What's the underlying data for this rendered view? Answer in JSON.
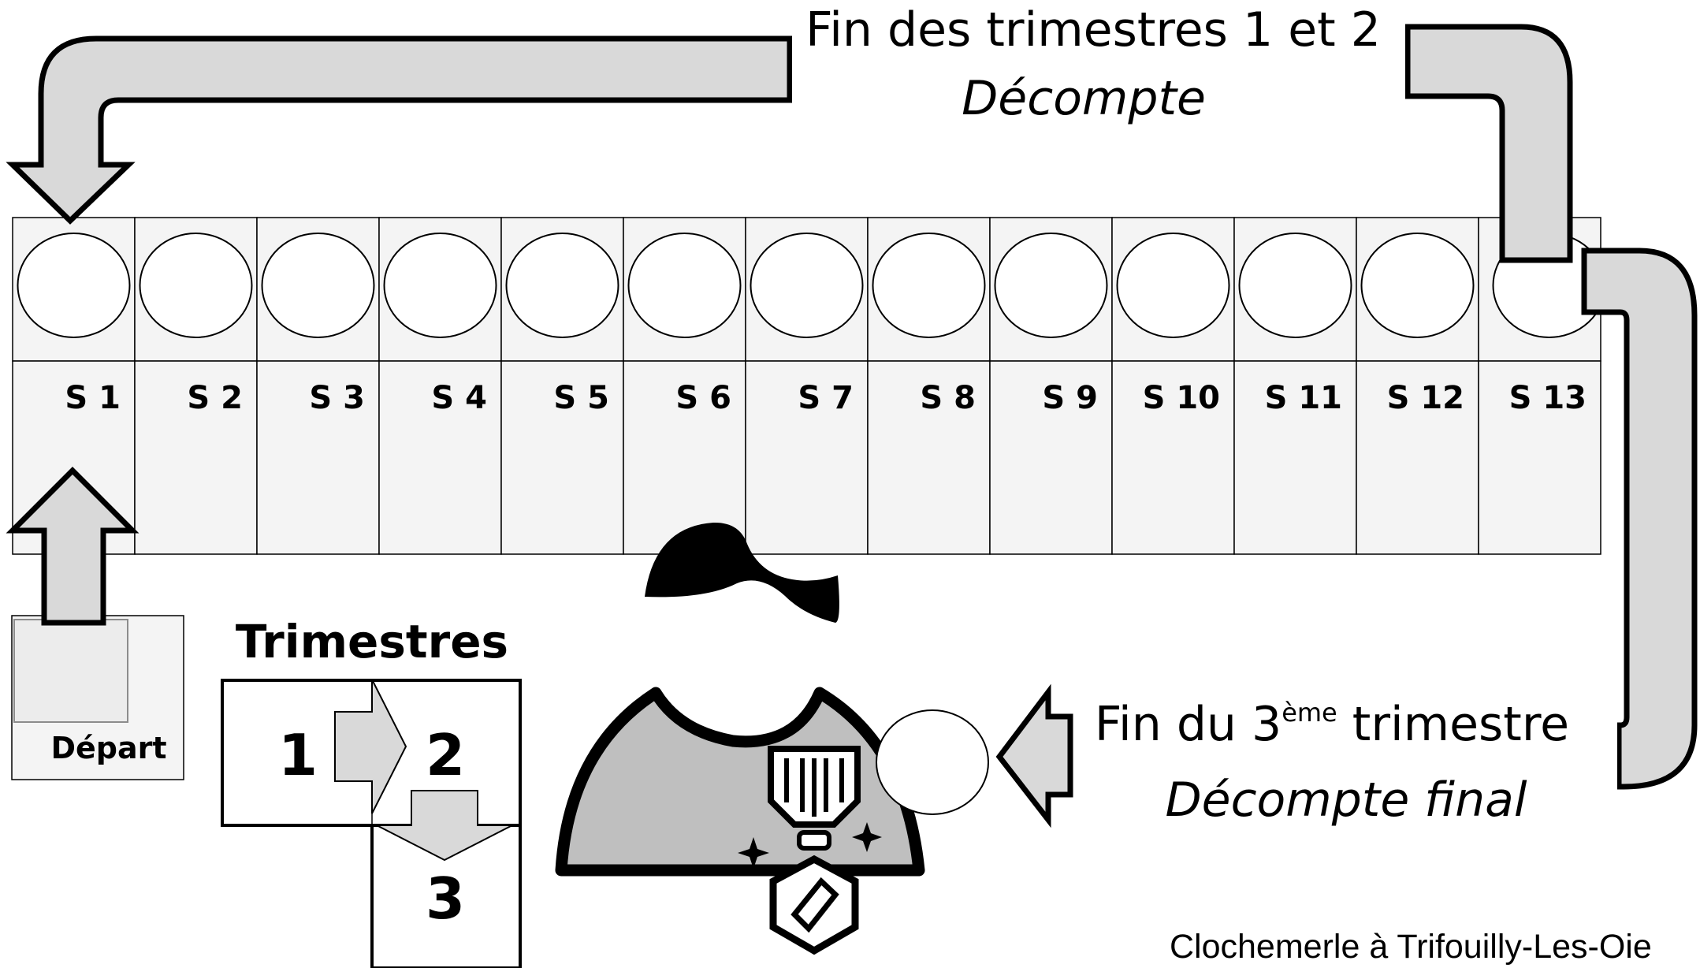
{
  "top_banner": {
    "line1": "Fin des trimestres 1 et 2",
    "line2": "Décompte"
  },
  "board": {
    "cells": [
      {
        "label": "S 1"
      },
      {
        "label": "S 2"
      },
      {
        "label": "S 3"
      },
      {
        "label": "S 4"
      },
      {
        "label": "S 5"
      },
      {
        "label": "S 6"
      },
      {
        "label": "S 7"
      },
      {
        "label": "S 8"
      },
      {
        "label": "S 9"
      },
      {
        "label": "S 10"
      },
      {
        "label": "S 11"
      },
      {
        "label": "S 12"
      },
      {
        "label": "S 13"
      }
    ]
  },
  "start_box": {
    "label": "Départ"
  },
  "trimesters": {
    "title": "Trimestres",
    "t1": "1",
    "t2": "2",
    "t3": "3"
  },
  "final_banner": {
    "line1_prefix": "Fin du 3",
    "line1_sup": "ème",
    "line1_suffix": " trimestre",
    "line2": "Décompte final"
  },
  "footer": {
    "credit": "Clochemerle à Trifouilly-Les-Oie"
  },
  "colors": {
    "arrow_fill": "#d9d9d9",
    "cell_fill": "#f4f4f4",
    "shirt_fill": "#bfbfbf",
    "stroke": "#000000"
  }
}
